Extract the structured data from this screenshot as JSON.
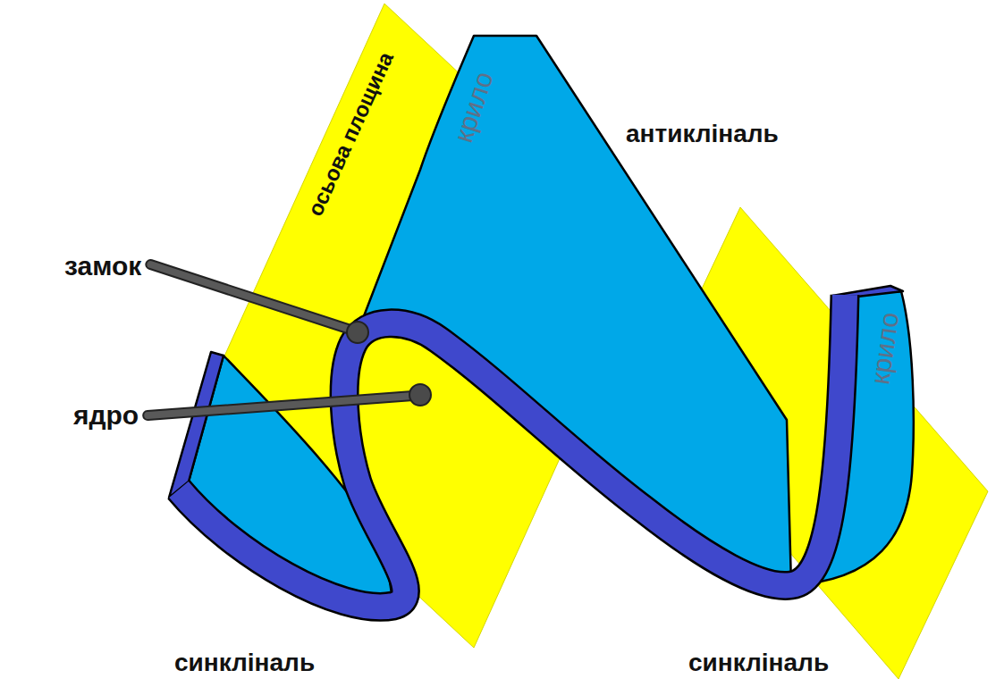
{
  "diagram": {
    "labels": [
      "осьова площина",
      "антикліналь",
      "крило",
      "замок",
      "крило",
      "ядро",
      "синкліналь",
      "синкліналь"
    ]
  }
}
